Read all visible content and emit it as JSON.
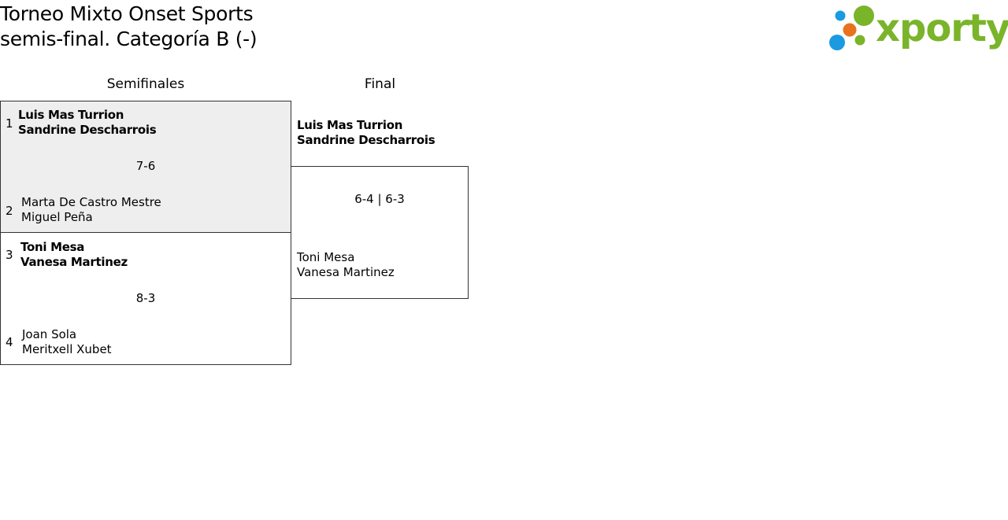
{
  "header": {
    "title_line1": "Torneo Mixto Onset Sports",
    "title_line2": "semis-final. Categoría B (-)"
  },
  "logo": {
    "text": "xporty",
    "colors": {
      "green": "#7ab42a",
      "blue": "#1a9be0",
      "orange": "#e8731c"
    }
  },
  "rounds": {
    "semifinals_label": "Semifinales",
    "final_label": "Final"
  },
  "semifinals": [
    {
      "seed_top": "1",
      "top_player1": "Luis Mas Turrion",
      "top_player2": "Sandrine Descharrois",
      "score": "7-6",
      "seed_bottom": "2",
      "bottom_player1": "Marta De Castro Mestre",
      "bottom_player2": "Miguel Peña"
    },
    {
      "seed_top": "3",
      "top_player1": "Toni Mesa",
      "top_player2": "Vanesa Martinez",
      "score": "8-3",
      "seed_bottom": "4",
      "bottom_player1": "Joan Sola",
      "bottom_player2": "Meritxell Xubet"
    }
  ],
  "final": {
    "top_player1": "Luis Mas Turrion",
    "top_player2": "Sandrine Descharrois",
    "score": "6-4 | 6-3",
    "bottom_player1": "Toni Mesa",
    "bottom_player2": "Vanesa Martinez"
  }
}
